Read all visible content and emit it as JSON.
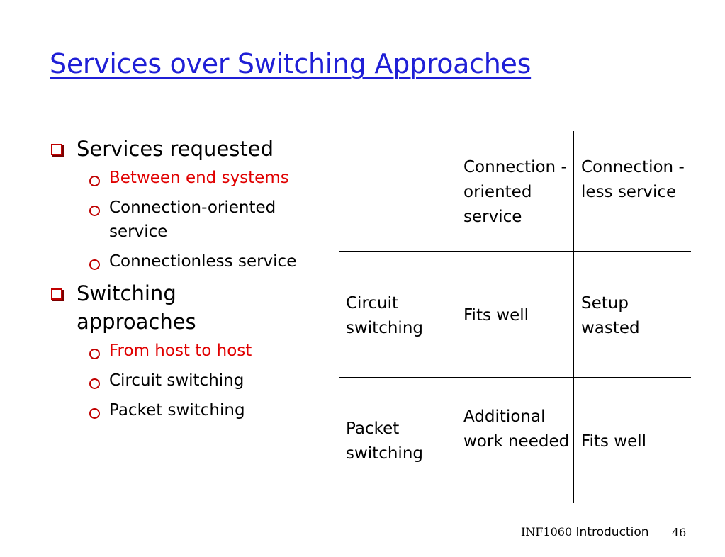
{
  "title": "Services over Switching Approaches",
  "bullets": [
    {
      "text": "Services requested",
      "sub": [
        {
          "text": "Between end systems",
          "color": "#e00000"
        },
        {
          "text": "Connection-oriented service"
        },
        {
          "text": "Connectionless service"
        }
      ]
    },
    {
      "text": "Switching approaches",
      "sub": [
        {
          "text": "From host to host",
          "color": "#e00000"
        },
        {
          "text": "Circuit switching"
        },
        {
          "text": "Packet switching"
        }
      ]
    }
  ],
  "table": {
    "header": [
      "",
      "Connection -oriented service",
      "Connection -less service"
    ],
    "rows": [
      [
        "Circuit switching",
        "Fits well",
        "Setup wasted"
      ],
      [
        "Packet switching",
        "Additional work needed",
        "Fits well"
      ]
    ]
  },
  "footer": {
    "course": "INF1060",
    "topic": "Introduction",
    "page": "46"
  },
  "colors": {
    "title": "#1f1fd6",
    "accent_red": "#e00000",
    "bullet_marker": "#c00000"
  }
}
